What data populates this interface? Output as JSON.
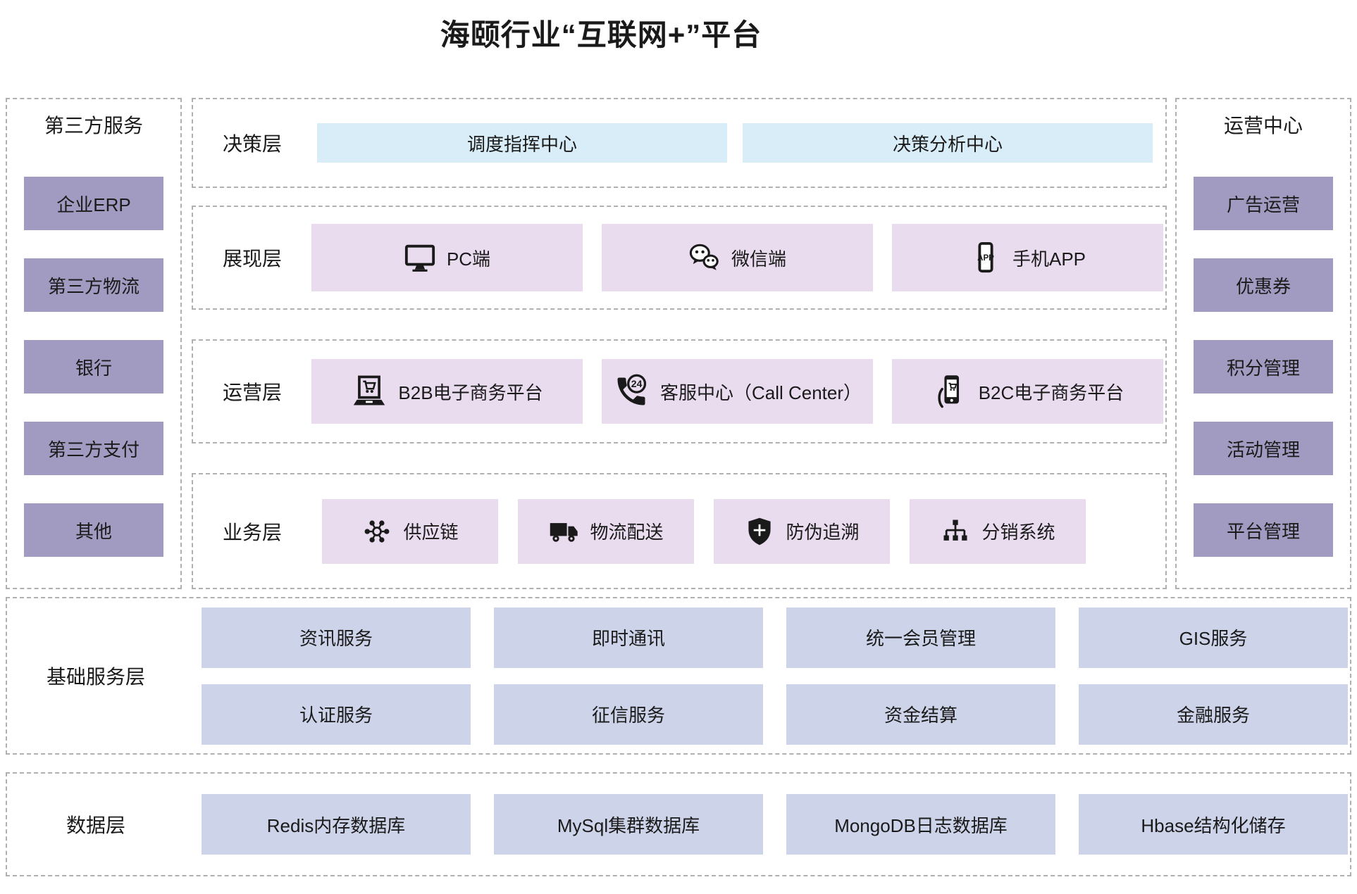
{
  "title": "海颐行业“互联网+”平台",
  "colors": {
    "side_box": "#a29bc1",
    "decision_box": "#d9edf8",
    "center_box": "#e9dcee",
    "bottom_box": "#cdd3e9",
    "dashed_border": "#b0b0b0",
    "text": "#1a1a1a"
  },
  "left_panel": {
    "title": "第三方服务",
    "items": [
      "企业ERP",
      "第三方物流",
      "银行",
      "第三方支付",
      "其他"
    ]
  },
  "right_panel": {
    "title": "运营中心",
    "items": [
      "广告运营",
      "优惠券",
      "积分管理",
      "活动管理",
      "平台管理"
    ]
  },
  "decision_layer": {
    "label": "决策层",
    "items": [
      "调度指挥中心",
      "决策分析中心"
    ]
  },
  "presentation_layer": {
    "label": "展现层",
    "items": [
      {
        "icon": "monitor-icon",
        "label": "PC端"
      },
      {
        "icon": "wechat-icon",
        "label": "微信端"
      },
      {
        "icon": "phone-app-icon",
        "label": "手机APP"
      }
    ]
  },
  "operation_layer": {
    "label": "运营层",
    "items": [
      {
        "icon": "laptop-cart-icon",
        "label": "B2B电子商务平台"
      },
      {
        "icon": "phone-24-icon",
        "label": "客服中心（Call Center）"
      },
      {
        "icon": "mobile-shopping-icon",
        "label": "B2C电子商务平台"
      }
    ]
  },
  "business_layer": {
    "label": "业务层",
    "items": [
      {
        "icon": "supply-network-icon",
        "label": "供应链"
      },
      {
        "icon": "truck-icon",
        "label": "物流配送"
      },
      {
        "icon": "shield-icon",
        "label": "防伪追溯"
      },
      {
        "icon": "distribution-icon",
        "label": "分销系统"
      }
    ]
  },
  "basic_service_layer": {
    "label": "基础服务层",
    "rows": [
      [
        "资讯服务",
        "即时通讯",
        "统一会员管理",
        "GIS服务"
      ],
      [
        "认证服务",
        "征信服务",
        "资金结算",
        "金融服务"
      ]
    ]
  },
  "data_layer": {
    "label": "数据层",
    "items": [
      "Redis内存数据库",
      "MySql集群数据库",
      "MongoDB日志数据库",
      "Hbase结构化储存"
    ]
  }
}
